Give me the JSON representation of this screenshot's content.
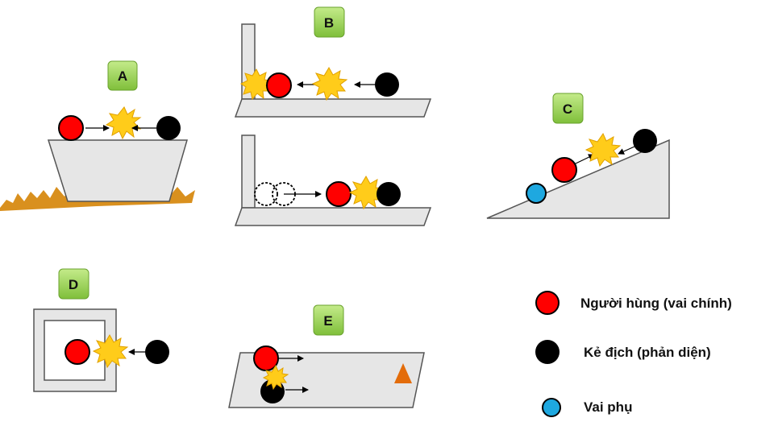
{
  "scenarios": {
    "a": {
      "label": "A"
    },
    "b": {
      "label": "B"
    },
    "c": {
      "label": "C"
    },
    "d": {
      "label": "D"
    },
    "e": {
      "label": "E"
    }
  },
  "legend": {
    "hero": {
      "label": "Người hùng (vai chính)",
      "color": "#ff0000"
    },
    "villain": {
      "label": "Kẻ địch (phản diện)",
      "color": "#000000"
    },
    "supporting": {
      "label": "Vai phụ",
      "color": "#1ea8e0"
    }
  },
  "colors": {
    "badge_fill": "#9ad255",
    "platform_fill": "#e6e6e6",
    "fire": "#d9901e",
    "explosion": "#ffcc1a",
    "triangle": "#e36c0a"
  }
}
